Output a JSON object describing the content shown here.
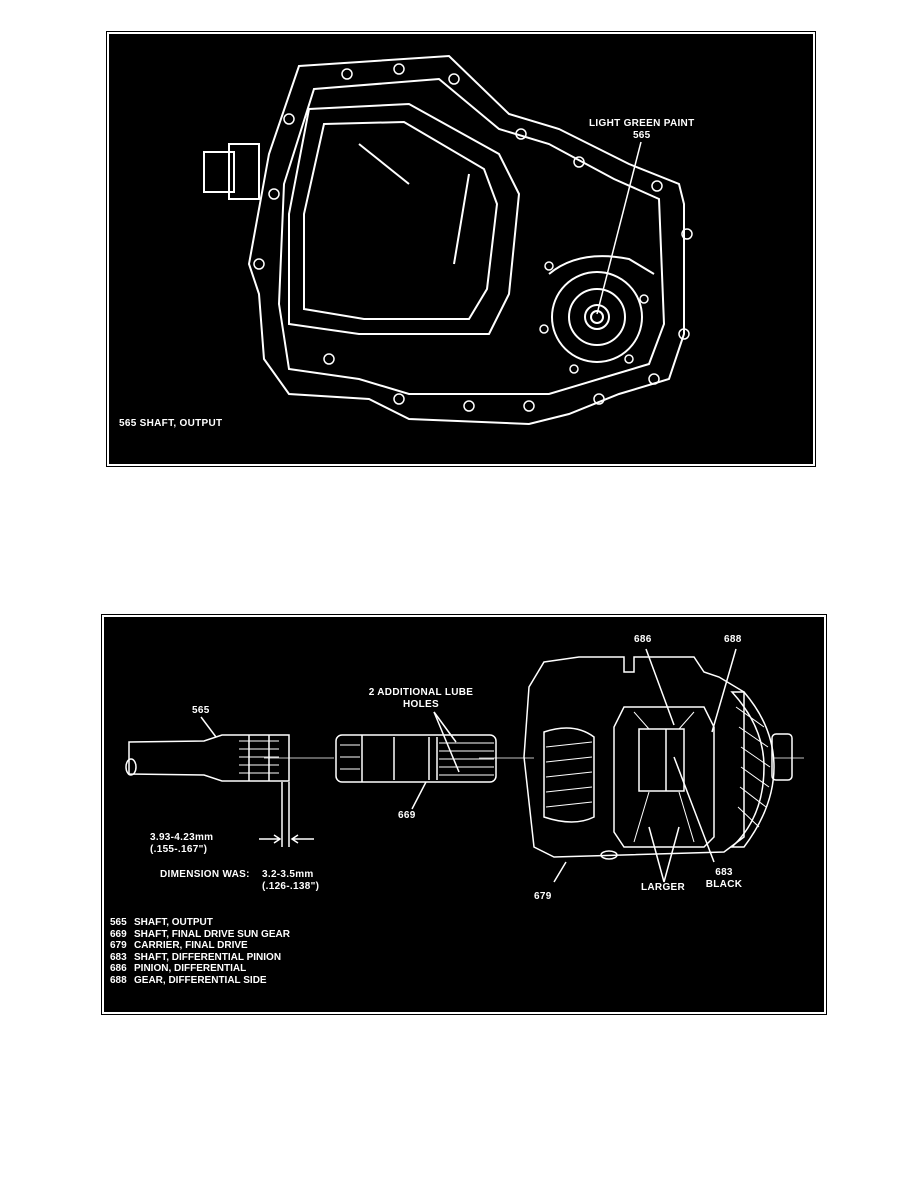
{
  "figure1": {
    "callout_label": "LIGHT GREEN PAINT",
    "callout_number": "565",
    "caption": "565 SHAFT, OUTPUT"
  },
  "figure2": {
    "callouts": {
      "c565": "565",
      "lube_holes": "2 ADDITIONAL LUBE HOLES",
      "c669": "669",
      "c686": "686",
      "c688": "688",
      "c683": "683",
      "c683_note": "BLACK",
      "larger": "LARGER",
      "c679": "679"
    },
    "dimension_new_mm": "3.93-4.23mm",
    "dimension_new_in": "(.155-.167\")",
    "dimension_was_label": "DIMENSION WAS:",
    "dimension_was_mm": "3.2-3.5mm",
    "dimension_was_in": "(.126-.138\")",
    "legend": [
      {
        "num": "565",
        "text": "SHAFT, OUTPUT"
      },
      {
        "num": "669",
        "text": "SHAFT, FINAL DRIVE SUN GEAR"
      },
      {
        "num": "679",
        "text": "CARRIER, FINAL DRIVE"
      },
      {
        "num": "683",
        "text": "SHAFT, DIFFERENTIAL PINION"
      },
      {
        "num": "686",
        "text": "PINION, DIFFERENTIAL"
      },
      {
        "num": "688",
        "text": "GEAR, DIFFERENTIAL SIDE"
      }
    ]
  }
}
